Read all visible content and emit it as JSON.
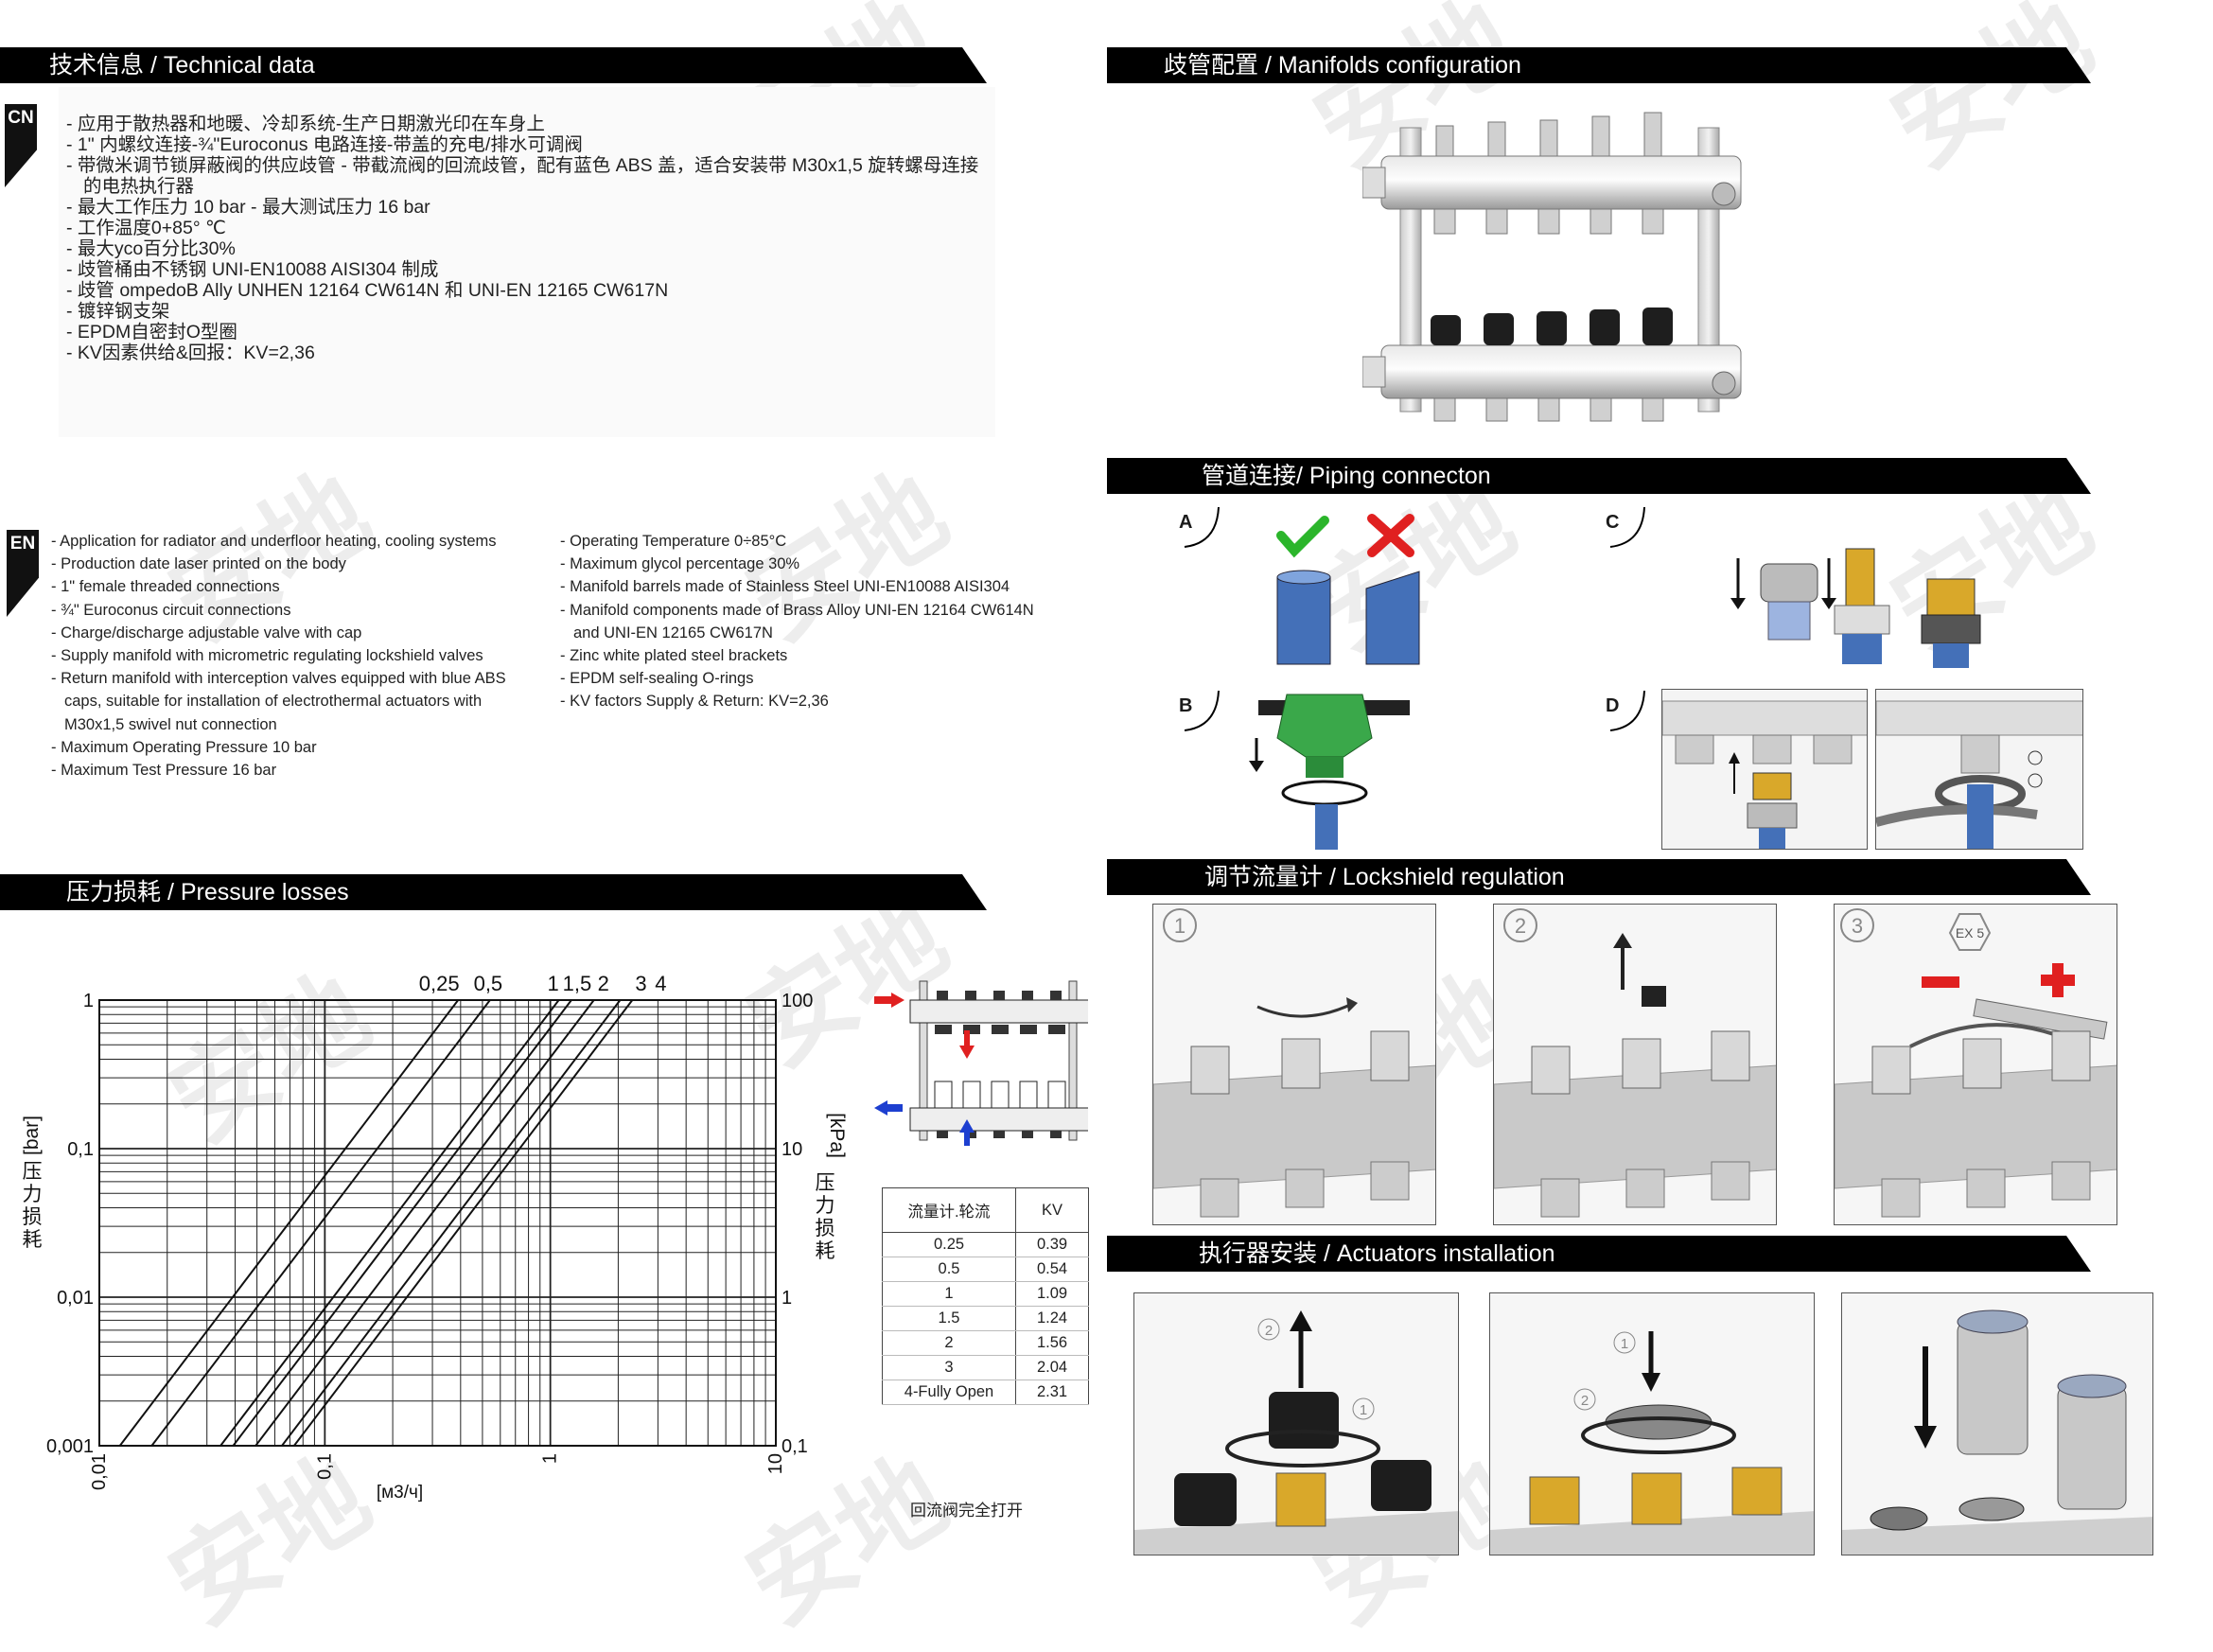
{
  "sections": {
    "technical": "技术信息 / Technical data",
    "manifolds": "歧管配置 / Manifolds configuration",
    "piping": "管道连接/ Piping connecton",
    "lockshield": "调节流量计 / Lockshield regulation",
    "actuators": "执行器安装 / Actuators installation",
    "pressure": "压力损耗 / Pressure losses"
  },
  "watermark": "安地",
  "cn_badge": "CN",
  "en_badge": "EN",
  "cn_items": [
    "- 应用于散热器和地暖、冷却系统-生产日期激光印在车身上",
    "- 1\" 内螺纹连接-¾\"Euroconus 电路连接-带盖的充电/排水可调阀",
    "- 带微米调节锁屏蔽阀的供应歧管 - 带截流阀的回流歧管，配有蓝色 ABS 盖，适合安装带 M30x1,5 旋转螺母连接的电热执行器",
    "- 最大工作压力 10 bar - 最大测试压力 16 bar",
    "- 工作温度0+85° ℃",
    "- 最大yco百分比30%",
    "- 歧管桶由不锈钢 UNI-EN10088 AISI304 制成",
    "- 歧管 ompedoB Ally UNHEN 12164 CW614N 和 UNI-EN 12165 CW617N",
    "- 镀锌钢支架",
    "- EPDM自密封O型圈",
    "- KV因素供给&回报：KV=2,36"
  ],
  "en_left": [
    "- Application for radiator and underfloor heating, cooling systems",
    "- Production date laser printed on the body",
    "- 1\" female threaded connections",
    "- ¾\" Euroconus circuit connections",
    "- Charge/discharge adjustable valve with cap",
    "- Supply manifold with micrometric regulating lockshield valves",
    "- Return manifold with interception valves equipped with blue ABS caps, suitable for installation of electrothermal actuators with M30x1,5 swivel nut connection",
    "- Maximum Operating Pressure 10 bar",
    "- Maximum Test Pressure 16 bar"
  ],
  "en_right": [
    "- Operating Temperature 0÷85°C",
    "- Maximum glycol percentage 30%",
    "- Manifold barrels made of Stainless Steel UNI-EN10088 AISI304",
    "- Manifold components made of Brass Alloy UNI-EN 12164 CW614N and UNI-EN 12165 CW617N",
    "- Zinc white plated steel brackets",
    "- EPDM self-sealing O-rings",
    "- KV factors Supply & Return: KV=2,36"
  ],
  "piping_labels": [
    "A",
    "B",
    "C",
    "D"
  ],
  "step_numbers": [
    "1",
    "2",
    "3"
  ],
  "ex_label": "EX 5",
  "kv_table": {
    "col1": "流量计.轮流",
    "col2": "KV",
    "rows": [
      [
        "0.25",
        "0.39"
      ],
      [
        "0.5",
        "0.54"
      ],
      [
        "1",
        "1.09"
      ],
      [
        "1.5",
        "1.24"
      ],
      [
        "2",
        "1.56"
      ],
      [
        "3",
        "2.04"
      ],
      [
        "4-Fully Open",
        "2.31"
      ]
    ]
  },
  "footnote": "回流阀完全打开",
  "chart_data": {
    "type": "line",
    "x_scale": "log",
    "y_scale": "log",
    "xlim": [
      0.01,
      10
    ],
    "ylim": [
      0.001,
      1
    ],
    "x_ticks": [
      "0,01",
      "0,1",
      "1",
      "10"
    ],
    "y_ticks_left": [
      "0,001",
      "0,01",
      "0,1",
      "1"
    ],
    "y_ticks_right": [
      "0,1",
      "1",
      "10",
      "100"
    ],
    "xlabel": "[м3/ч]",
    "ylabel_left": "[bar]",
    "ylabel_left_cn": "压力损耗",
    "ylabel_right": "[kPa]",
    "ylabel_right_cn": "压力损耗",
    "curve_labels": [
      "0,25",
      "0,5",
      "1",
      "1,5",
      "2",
      "3",
      "4"
    ],
    "series": [
      {
        "name": "0,25",
        "kv": 0.39
      },
      {
        "name": "0,5",
        "kv": 0.54
      },
      {
        "name": "1",
        "kv": 1.09
      },
      {
        "name": "1,5",
        "kv": 1.24
      },
      {
        "name": "2",
        "kv": 1.56
      },
      {
        "name": "3",
        "kv": 2.04
      },
      {
        "name": "4",
        "kv": 2.31
      }
    ],
    "grid": true
  }
}
